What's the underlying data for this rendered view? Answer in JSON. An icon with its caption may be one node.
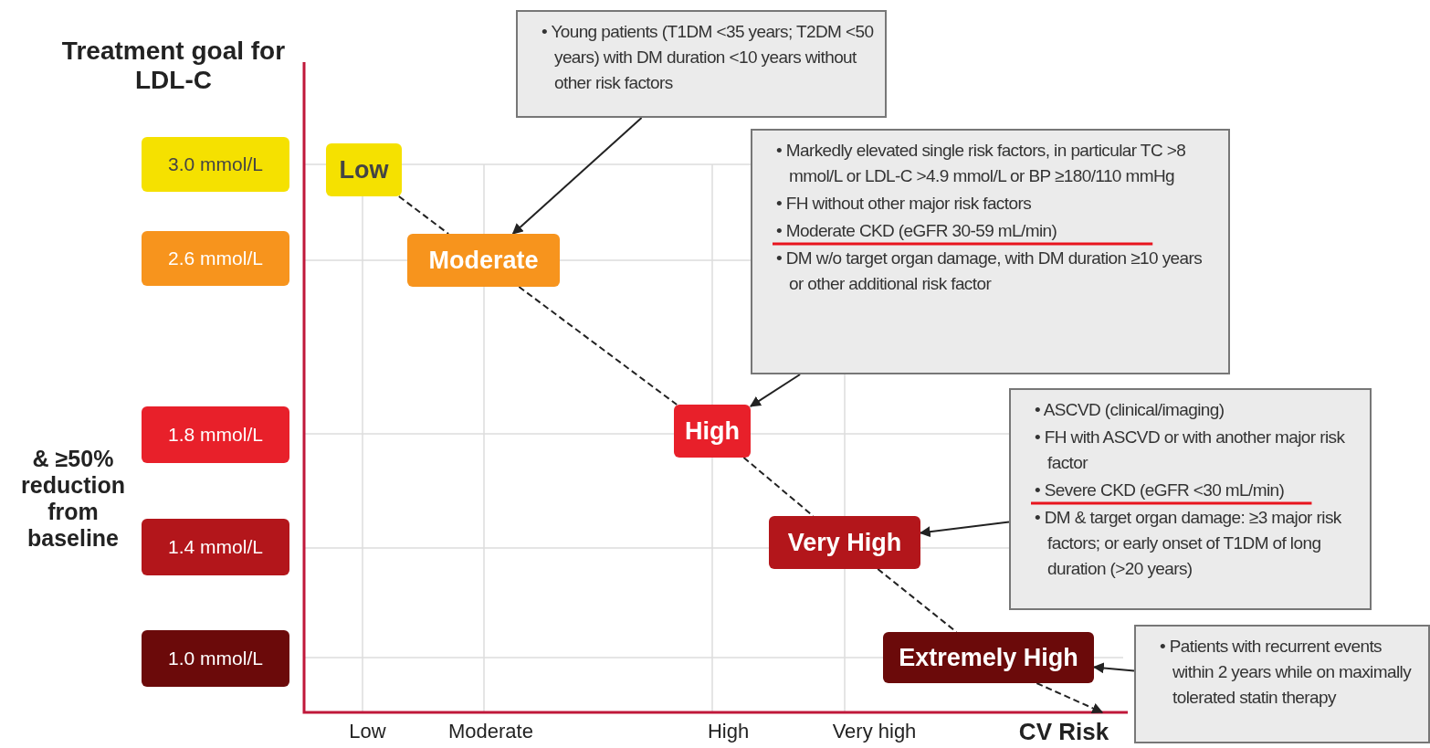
{
  "diagram": {
    "nodes": [
      {
        "text": [
          "3.0 mmol/L"
        ]
      },
      {
        "text": [
          "2.6 mmol/L"
        ]
      },
      {
        "text": [
          "1.8 mmol/L"
        ]
      },
      {
        "text": [
          "1.4 mmol/L"
        ]
      },
      {
        "text": [
          "1.0 mmol/L"
        ]
      },
      {
        "text": [
          "Low"
        ]
      },
      {
        "text": [
          "Moderate"
        ]
      },
      {
        "text": [
          "High"
        ]
      },
      {
        "text": [
          "Very High"
        ]
      },
      {
        "text": [
          "Extremely High"
        ]
      },
      {
        "text": [
          "• Young patients (T1DM <35 years; T2DM <50 years) with DM duration <10 years without other risk factors"
        ]
      },
      {
        "text": [
          "• Markedly elevated single risk factors, in particular TC >8 mmol/L or LDL-C >4.9 mmol/L or BP ≥180/110 mmHg",
          "• FH without other major risk factors",
          "• Moderate CKD (eGFR 30-59 mL/min)",
          "• DM w/o target organ damage, with DM duration ≥10 years or other additional risk factor"
        ]
      },
      {
        "text": [
          "• ASCVD (clinical/imaging)",
          "• FH with ASCVD or with another major risk factor",
          "• Severe CKD (eGFR <30 mL/min)",
          "• DM & target organ damage: ≥3 major risk factors; or early onset of T1DM of long duration (>20 years)"
        ]
      },
      {
        "text": [
          "• Patients with recurrent events within 2 years while on maximally tolerated statin therapy"
        ]
      },
      {
        "text": [
          "CV Risk"
        ]
      }
    ],
    "edges": [
      {
        "from": 5,
        "to": 6,
        "arrow": "none",
        "style": "dashed"
      },
      {
        "from": 6,
        "to": 7,
        "arrow": "none",
        "style": "dashed"
      },
      {
        "from": 7,
        "to": 8,
        "arrow": "none",
        "style": "dashed"
      },
      {
        "from": 8,
        "to": 9,
        "arrow": "none",
        "style": "dashed"
      },
      {
        "from": 9,
        "to": 14,
        "arrow": "to",
        "style": "dashed"
      },
      {
        "from": 10,
        "to": 6,
        "arrow": "to"
      },
      {
        "from": 11,
        "to": 7,
        "arrow": "to"
      },
      {
        "from": 12,
        "to": 8,
        "arrow": "to"
      },
      {
        "from": 13,
        "to": 9,
        "arrow": "to"
      }
    ],
    "labels": [
      "Treatment goal for LDL-C",
      "& ≥50% reduction from baseline",
      "Low",
      "Moderate",
      "High",
      "Very high"
    ]
  }
}
